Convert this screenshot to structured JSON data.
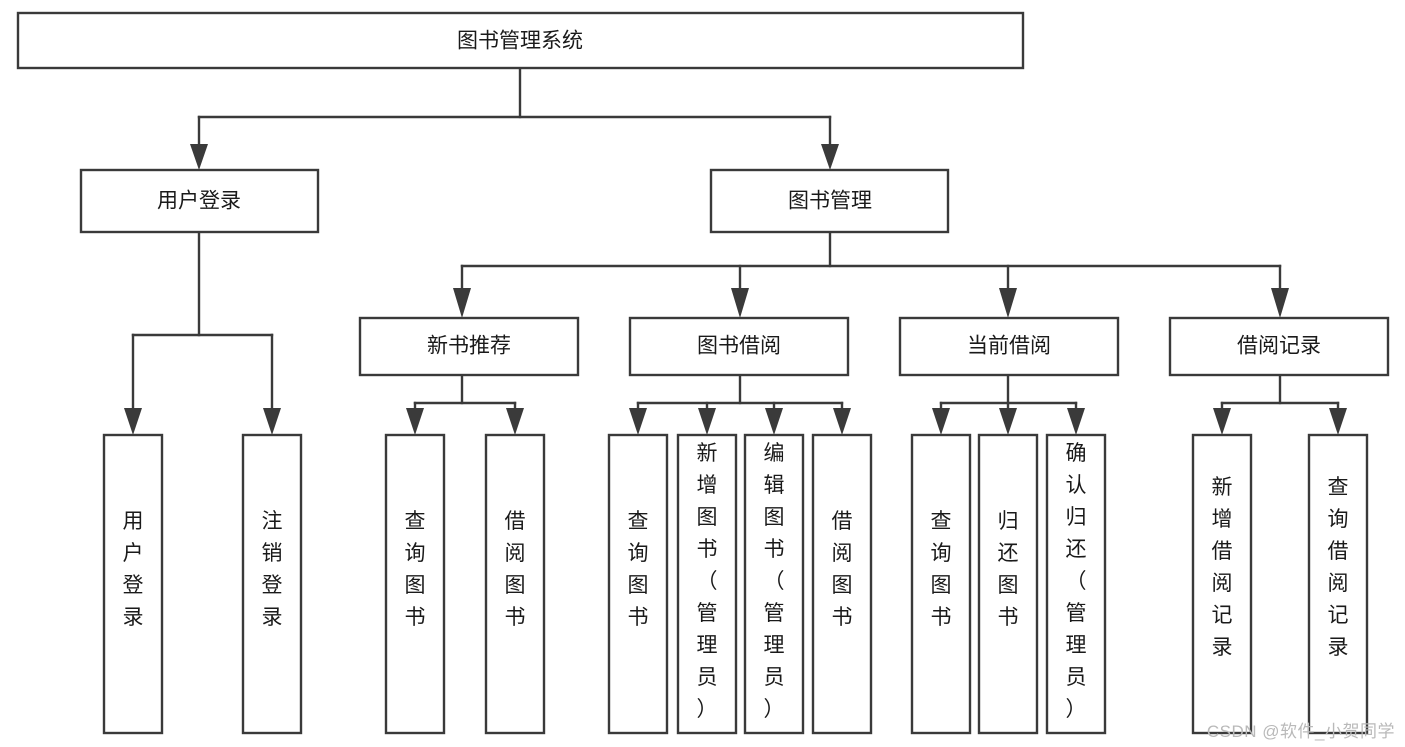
{
  "diagram": {
    "type": "hierarchy-tree",
    "title": "图书管理系统",
    "orientation": "top-down",
    "levels": 4,
    "colors": {
      "box_stroke": "#3a3a3a",
      "box_fill": "#ffffff",
      "connector": "#3a3a3a",
      "text": "#1a1a1a",
      "watermark": "#b9b9b9",
      "background": "#ffffff"
    }
  },
  "root": {
    "label": "图书管理系统"
  },
  "level2": [
    {
      "id": "user-login",
      "label": "用户登录"
    },
    {
      "id": "book-management",
      "label": "图书管理"
    }
  ],
  "level3": [
    {
      "id": "new-book-recommend",
      "label": "新书推荐",
      "parent": "book-management"
    },
    {
      "id": "book-borrow",
      "label": "图书借阅",
      "parent": "book-management"
    },
    {
      "id": "current-borrow",
      "label": "当前借阅",
      "parent": "book-management"
    },
    {
      "id": "borrow-record",
      "label": "借阅记录",
      "parent": "book-management"
    }
  ],
  "leaves": {
    "user-login": [
      {
        "id": "leaf-user-login",
        "label": "用户登录"
      },
      {
        "id": "leaf-logout-login",
        "label": "注销登录"
      }
    ],
    "new-book-recommend": [
      {
        "id": "leaf-query-book-1",
        "label": "查询图书"
      },
      {
        "id": "leaf-borrow-book-1",
        "label": "借阅图书"
      }
    ],
    "book-borrow": [
      {
        "id": "leaf-query-book-2",
        "label": "查询图书"
      },
      {
        "id": "leaf-add-book",
        "label": "新增图书（管理员）"
      },
      {
        "id": "leaf-edit-book",
        "label": "编辑图书（管理员）"
      },
      {
        "id": "leaf-borrow-book-2",
        "label": "借阅图书"
      }
    ],
    "current-borrow": [
      {
        "id": "leaf-query-book-3",
        "label": "查询图书"
      },
      {
        "id": "leaf-return-book",
        "label": "归还图书"
      },
      {
        "id": "leaf-confirm-return",
        "label": "确认归还（管理员）"
      }
    ],
    "borrow-record": [
      {
        "id": "leaf-add-record",
        "label": "新增借阅记录"
      },
      {
        "id": "leaf-query-record",
        "label": "查询借阅记录"
      }
    ]
  },
  "watermark": {
    "text": "CSDN @软件_小贺同学"
  }
}
